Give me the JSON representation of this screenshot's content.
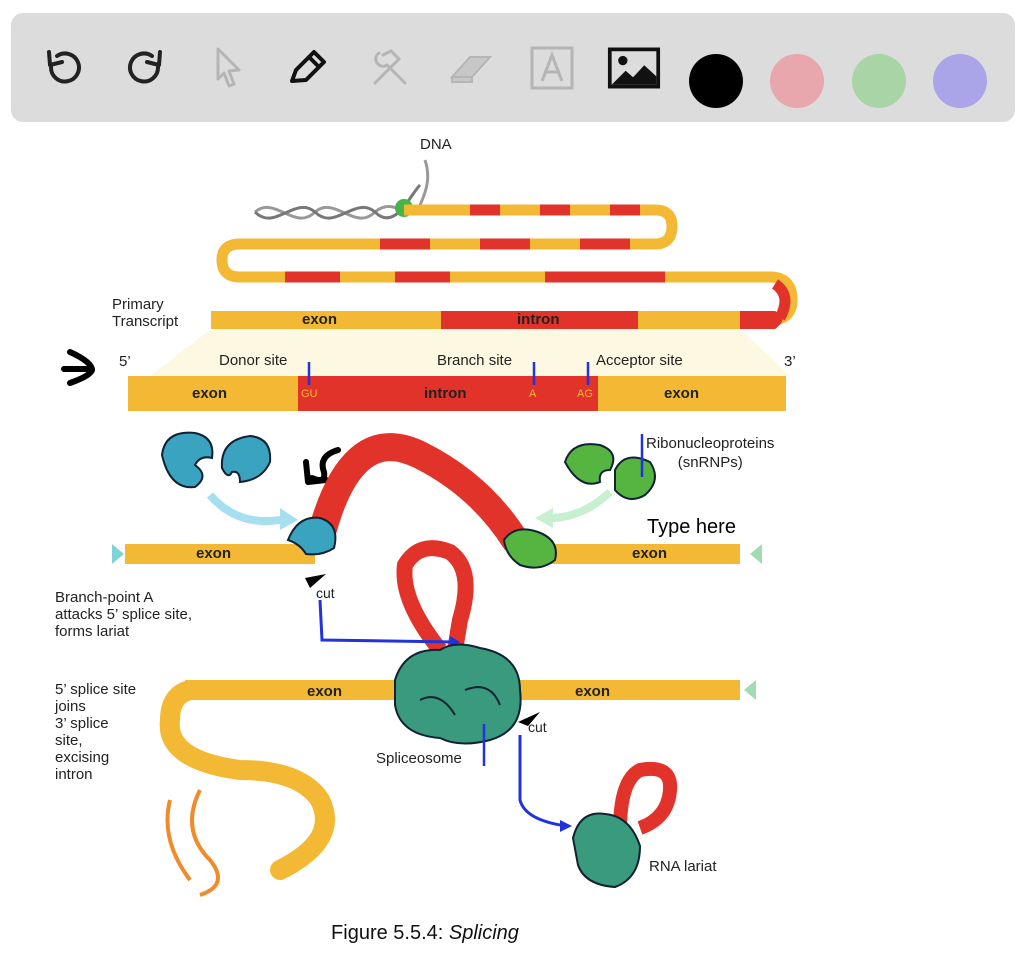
{
  "toolbar": {
    "tools": [
      {
        "name": "undo-button",
        "icon": "undo-icon",
        "enabled": true
      },
      {
        "name": "redo-button",
        "icon": "redo-icon",
        "enabled": true
      },
      {
        "name": "select-button",
        "icon": "cursor-arrow-icon",
        "enabled": false
      },
      {
        "name": "pen-button",
        "icon": "pencil-icon",
        "enabled": true
      },
      {
        "name": "tools-button",
        "icon": "hammer-wrench-icon",
        "enabled": false
      },
      {
        "name": "eraser-button",
        "icon": "eraser-icon",
        "enabled": false
      },
      {
        "name": "text-button",
        "icon": "text-box-icon",
        "enabled": false
      },
      {
        "name": "image-button",
        "icon": "image-icon",
        "enabled": true
      }
    ],
    "colors": [
      "#000000",
      "#e8a6ad",
      "#a9d4a5",
      "#a9a5e8"
    ]
  },
  "figure": {
    "dna": "DNA",
    "primary_transcript": [
      "Primary",
      "Transcript"
    ],
    "exon": "exon",
    "intron": "intron",
    "five_prime": "5’",
    "three_prime": "3’",
    "donor_site": "Donor site",
    "branch_site": "Branch site",
    "acceptor_site": "Acceptor site",
    "gu": "GU",
    "a": "A",
    "ag": "AG",
    "snrnps": [
      "Ribonucleoproteins",
      "(snRNPs)"
    ],
    "type_here": "Type here",
    "cut": "cut",
    "branch_point": [
      "Branch-point A",
      "attacks 5’ splice site,",
      "forms lariat"
    ],
    "splice_join": [
      "5’ splice site",
      "joins",
      "3’ splice",
      "site,",
      "excising",
      "intron"
    ],
    "spliceosome": "Spliceosome",
    "rna_lariat": "RNA lariat"
  },
  "caption": {
    "prefix": "Figure 5.5.4: ",
    "title": "Splicing"
  }
}
